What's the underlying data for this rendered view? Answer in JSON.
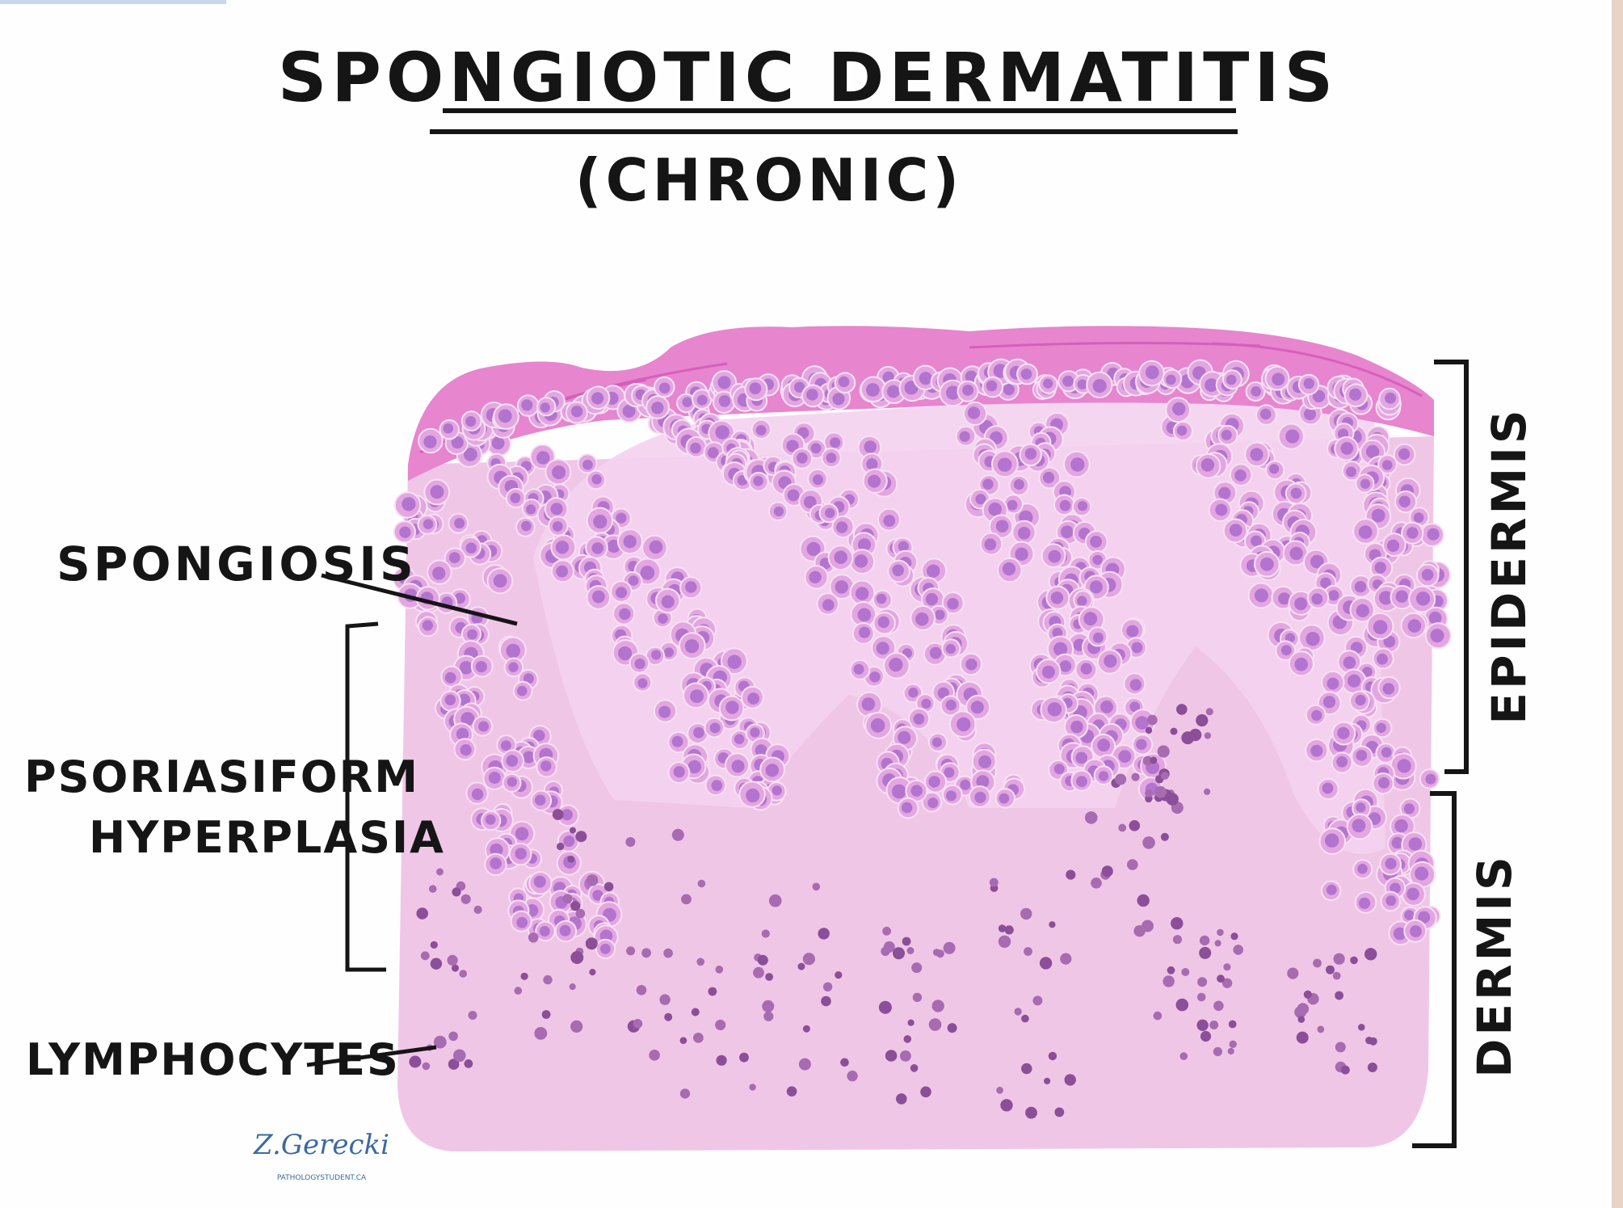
{
  "title": "SPONGIOTIC DERMATITIS",
  "subtitle": "(CHRONIC)",
  "labels": {
    "spongiosis": "SPONGIOSIS",
    "psoriasiform_line1": "PSORIASIFORM",
    "psoriasiform_line2": "HYPERPLASIA",
    "lymphocytes": "LYMPHOCYTES",
    "epidermis": "EPIDERMIS",
    "dermis": "DERMIS"
  },
  "signature": "Z.Gerecki",
  "signature_url": "PATHOLOGYSTUDENT.CA",
  "colors": {
    "page": "#fefefe",
    "dermis": "#f0c6e7",
    "epidermis_pale": "#f4d2ef",
    "stratum_corneum": "#e785cf",
    "keratinocyte": "#e3a6e0",
    "nucleus": "#b374cf",
    "lymphocyte": "#8a4f98",
    "ink": "#151515"
  }
}
